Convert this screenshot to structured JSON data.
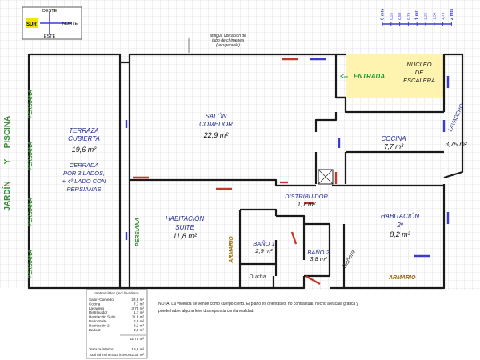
{
  "compass": {
    "oeste": "OESTE",
    "norte": "NORTE",
    "sur": "SUR",
    "este": "ESTE",
    "sur_color": "#f2e600"
  },
  "scale": {
    "labels": [
      "0 mts",
      "0,25",
      "0,50",
      "0,75",
      "1 mt",
      "1,25",
      "1,50",
      "1,75",
      "2 mts"
    ],
    "color": "#3b3bcf"
  },
  "side_label": {
    "piscina": "PISCINA",
    "y": "Y",
    "jardin": "JARDÍN"
  },
  "chimney_note": {
    "line1": "antigua ubicación de",
    "line2": "tubo de chimenea",
    "line3": "(recuperable)"
  },
  "entrance": {
    "arrow": "<--",
    "label": "ENTRADA",
    "color": "#1f9a3a"
  },
  "stair": {
    "line1": "NUCLEO",
    "line2": "DE",
    "line3": "ESCALERA",
    "color": "#fff3b0"
  },
  "rooms": {
    "terraza": {
      "line1": "TERRAZA",
      "line2": "CUBIERTA",
      "area": "19,6 m²",
      "note1": "CERRADA",
      "note2": "POR 3 LADOS,",
      "note3": "+ 4º LADO CON",
      "note4": "PERSIANAS"
    },
    "salon": {
      "line1": "SALÓN",
      "line2": "COMEDOR",
      "area": "22,9 m²"
    },
    "cocina": {
      "name": "COCINA",
      "area": "7,7 m²"
    },
    "lavadero": {
      "name": "LAVADERO",
      "area": "3,75 m²"
    },
    "distribuidor": {
      "name": "DISTRIBUIDOR",
      "area": "1,7 m²"
    },
    "suite": {
      "line1": "HABITACIÓN",
      "line2": "SUITE",
      "area": "11,8 m²"
    },
    "bano1": {
      "name": "BAÑO 1",
      "area": "2,9 m²"
    },
    "bano2": {
      "name": "BAÑO 2",
      "area": "3,8 m²"
    },
    "hab2": {
      "line1": "HABITACIÓN",
      "line2": "2º",
      "area": "8,2 m²"
    },
    "ducha": "Ducha",
    "banera": "Bañera",
    "armario1": "ARMARIO",
    "armario2": "ARMARIO"
  },
  "persiana": "PERSIANA",
  "table": {
    "title": "metros útiles (incl lavadero)",
    "rows": [
      {
        "name": "Salón-Comedor",
        "value": "22,9 m²"
      },
      {
        "name": "Cocina",
        "value": "7,7 m²"
      },
      {
        "name": "Lavadero",
        "value": "3,75 m²"
      },
      {
        "name": "Distribuidor",
        "value": "1,7 m²"
      },
      {
        "name": "Habitación Suite",
        "value": "11,8 m²"
      },
      {
        "name": "Baño Suite",
        "value": "2,9 m²"
      },
      {
        "name": "Habitación 2",
        "value": "8,2 m²"
      },
      {
        "name": "Baño 2",
        "value": "3,8 m²"
      }
    ],
    "subtotal": "62,75 m²",
    "terraza": {
      "name": "Terraza interior",
      "value": "19,6 m²"
    },
    "total": {
      "name": "Total útil incl terraza interior",
      "value": "82,35 m²"
    }
  },
  "nota": {
    "line1": "NOTA:  La vivienda se vende como cuerpo cierto. El plano es orientativo, no contractual, hecho a escala gráfica y",
    "line2": "puede haber alguna leve discrepancia con la realidad."
  },
  "colors": {
    "wall": "#1a1a1a",
    "grid": "#cfcfcf",
    "room_label": "#1f2a8a",
    "green": "#3c8a3a",
    "armario": "#9a6a00"
  }
}
